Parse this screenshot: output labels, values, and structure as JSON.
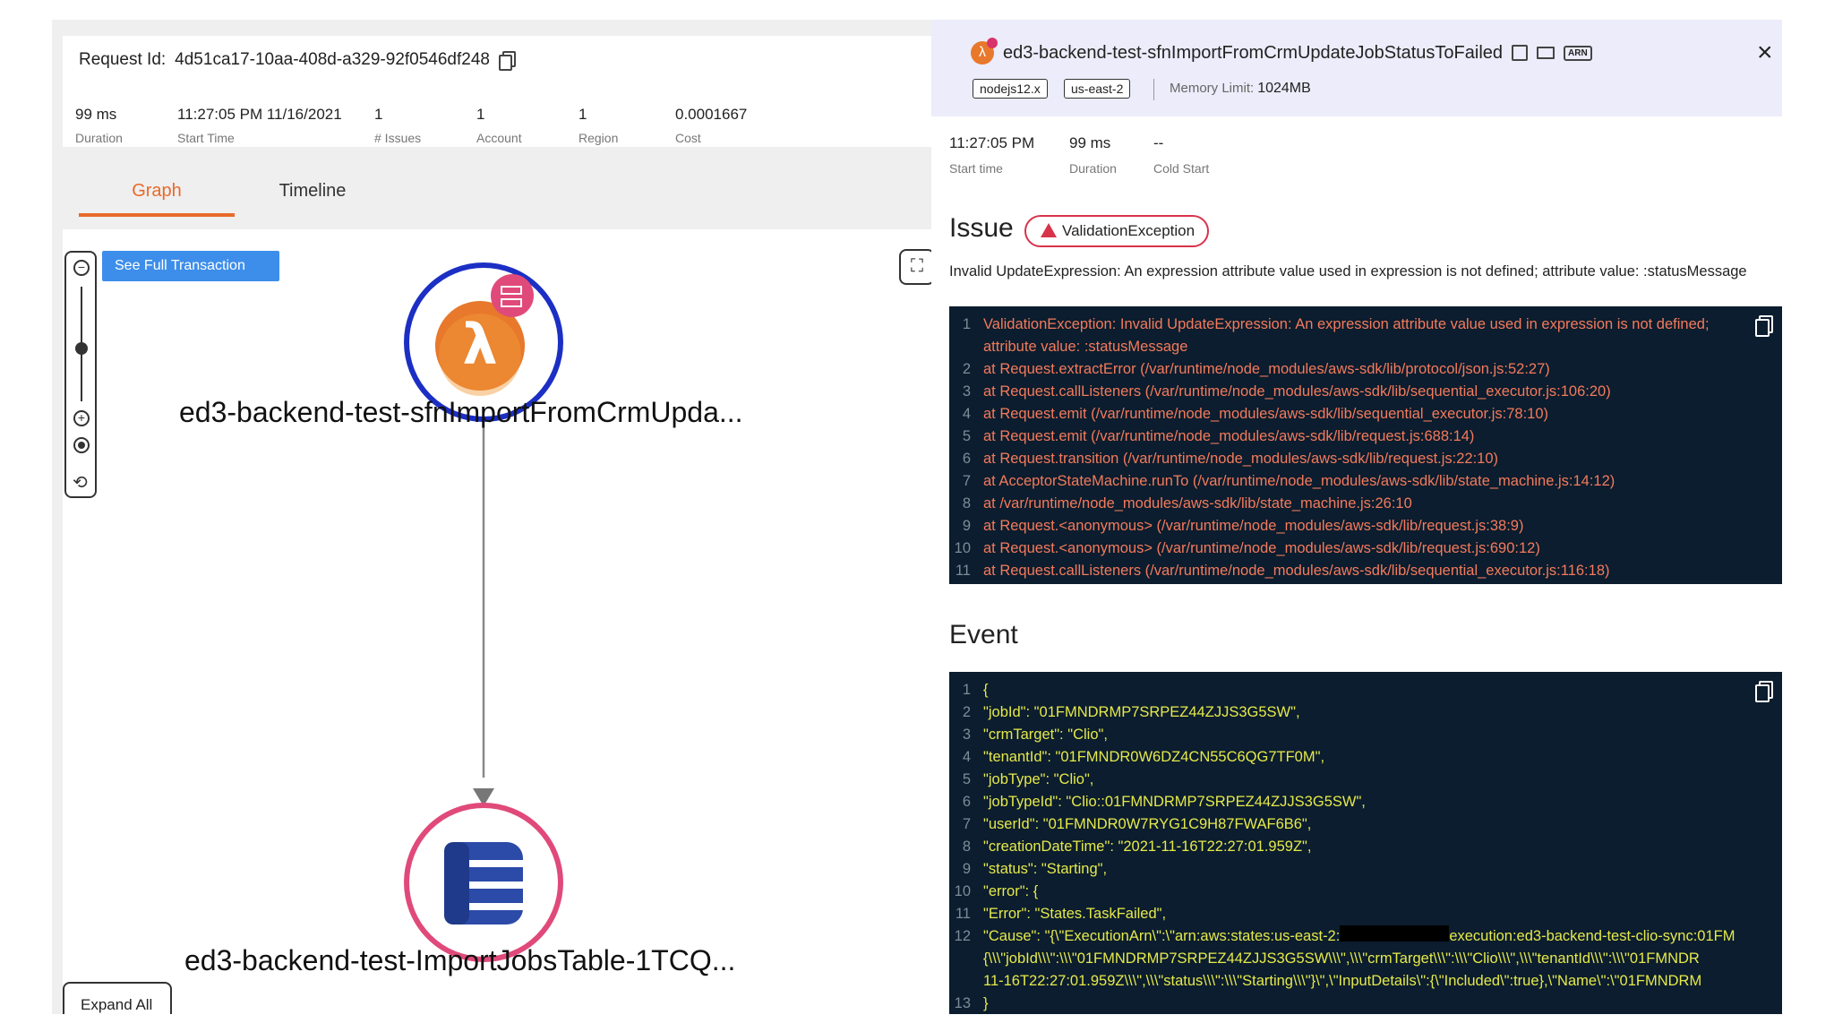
{
  "request": {
    "label": "Request Id:",
    "id": "4d51ca17-10aa-408d-a329-92f0546df248"
  },
  "metrics": [
    {
      "value": "99 ms",
      "caption": "Duration"
    },
    {
      "value": "11:27:05 PM 11/16/2021",
      "caption": "Start Time"
    },
    {
      "value": "1",
      "caption": "# Issues"
    },
    {
      "value": "1",
      "caption": "Account"
    },
    {
      "value": "1",
      "caption": "Region"
    },
    {
      "value": "0.0001667",
      "caption": "Cost"
    }
  ],
  "tabs": [
    {
      "label": "Graph",
      "active": true
    },
    {
      "label": "Timeline",
      "active": false
    }
  ],
  "graph": {
    "see_full_label": "See Full Transaction",
    "expand_all_label": "Expand All",
    "nodes": [
      {
        "label": "ed3-backend-test-sfnImportFromCrmUpda...",
        "type": "lambda",
        "ring_color": "#1c2fc4"
      },
      {
        "label": "ed3-backend-test-ImportJobsTable-1TCQ...",
        "type": "dynamodb",
        "ring_color": "#e04a7a"
      }
    ]
  },
  "detail": {
    "title": "ed3-backend-test-sfnImportFromCrmUpdateJobStatusToFailed",
    "runtime": "nodejs12.x",
    "region": "us-east-2",
    "memory_label": "Memory Limit:",
    "memory_value": "1024MB",
    "arn_label": "ARN",
    "stats": [
      {
        "value": "11:27:05 PM",
        "caption": "Start time"
      },
      {
        "value": "99 ms",
        "caption": "Duration"
      },
      {
        "value": "--",
        "caption": "Cold Start"
      }
    ],
    "issue_title": "Issue",
    "issue_badge": "ValidationException",
    "issue_message": "Invalid UpdateExpression: An expression attribute value used in expression is not defined; attribute value: :statusMessage",
    "stack": [
      {
        "no": "1",
        "text": "ValidationException: Invalid UpdateExpression: An expression attribute value used in expression is not defined;"
      },
      {
        "no": "",
        "text": "attribute value: :statusMessage"
      },
      {
        "no": "2",
        "text": "   at Request.extractError (/var/runtime/node_modules/aws-sdk/lib/protocol/json.js:52:27)"
      },
      {
        "no": "3",
        "text": "   at Request.callListeners (/var/runtime/node_modules/aws-sdk/lib/sequential_executor.js:106:20)"
      },
      {
        "no": "4",
        "text": "   at Request.emit (/var/runtime/node_modules/aws-sdk/lib/sequential_executor.js:78:10)"
      },
      {
        "no": "5",
        "text": "   at Request.emit (/var/runtime/node_modules/aws-sdk/lib/request.js:688:14)"
      },
      {
        "no": "6",
        "text": "   at Request.transition (/var/runtime/node_modules/aws-sdk/lib/request.js:22:10)"
      },
      {
        "no": "7",
        "text": "   at AcceptorStateMachine.runTo (/var/runtime/node_modules/aws-sdk/lib/state_machine.js:14:12)"
      },
      {
        "no": "8",
        "text": "   at /var/runtime/node_modules/aws-sdk/lib/state_machine.js:26:10"
      },
      {
        "no": "9",
        "text": "   at Request.<anonymous> (/var/runtime/node_modules/aws-sdk/lib/request.js:38:9)"
      },
      {
        "no": "10",
        "text": "   at Request.<anonymous> (/var/runtime/node_modules/aws-sdk/lib/request.js:690:12)"
      },
      {
        "no": "11",
        "text": "   at Request.callListeners (/var/runtime/node_modules/aws-sdk/lib/sequential_executor.js:116:18)"
      }
    ],
    "event_title": "Event",
    "event": [
      {
        "no": "1",
        "text": "{"
      },
      {
        "no": "2",
        "text": " \"jobId\": \"01FMNDRMP7SRPEZ44ZJJS3G5SW\","
      },
      {
        "no": "3",
        "text": " \"crmTarget\": \"Clio\","
      },
      {
        "no": "4",
        "text": " \"tenantId\": \"01FMNDR0W6DZ4CN55C6QG7TF0M\","
      },
      {
        "no": "5",
        "text": " \"jobType\": \"Clio\","
      },
      {
        "no": "6",
        "text": " \"jobTypeId\": \"Clio::01FMNDRMP7SRPEZ44ZJJS3G5SW\","
      },
      {
        "no": "7",
        "text": " \"userId\": \"01FMNDR0W7RYG1C9H87FWAF6B6\","
      },
      {
        "no": "8",
        "text": " \"creationDateTime\": \"2021-11-16T22:27:01.959Z\","
      },
      {
        "no": "9",
        "text": " \"status\": \"Starting\","
      },
      {
        "no": "10",
        "text": "  \"error\": {"
      },
      {
        "no": "11",
        "text": "    \"Error\": \"States.TaskFailed\","
      },
      {
        "no": "12",
        "text": "    \"Cause\": \"{\\\"ExecutionArn\\\":\\\"arn:aws:states:us-east-2:"
      },
      {
        "no": "",
        "text": "{\\\\\\\"jobId\\\\\\\":\\\\\\\"01FMNDRMP7SRPEZ44ZJJS3G5SW\\\\\\\",\\\\\\\"crmTarget\\\\\\\":\\\\\\\"Clio\\\\\\\",\\\\\\\"tenantId\\\\\\\":\\\\\\\"01FMNDR"
      },
      {
        "no": "",
        "text": "11-16T22:27:01.959Z\\\\\\\",\\\\\\\"status\\\\\\\":\\\\\\\"Starting\\\\\\\"}\\\",\\\"InputDetails\\\":{\\\"Included\\\":true},\\\"Name\\\":\\\"01FMNDRM"
      },
      {
        "no": "13",
        "text": " }"
      }
    ],
    "event_cause_tail": "execution:ed3-backend-test-clio-sync:01FM"
  }
}
